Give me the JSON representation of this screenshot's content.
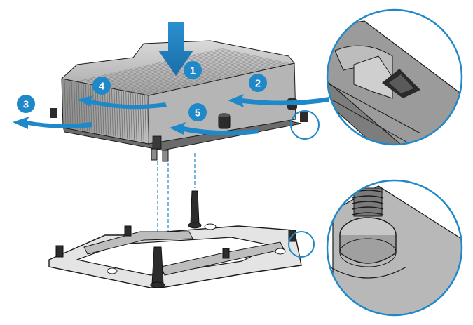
{
  "steps": [
    {
      "label": "1"
    },
    {
      "label": "2"
    },
    {
      "label": "3"
    },
    {
      "label": "4"
    },
    {
      "label": "5"
    }
  ],
  "colors": {
    "accent": "#1e88c8",
    "metal_dark": "#4a4a4a",
    "metal_mid": "#9a9a9a",
    "metal_light": "#cfcfcf",
    "outline": "#1a1a1a"
  },
  "icons": [
    "down-arrow-icon",
    "curved-arrow-icon",
    "magnifier-callout-icon"
  ]
}
